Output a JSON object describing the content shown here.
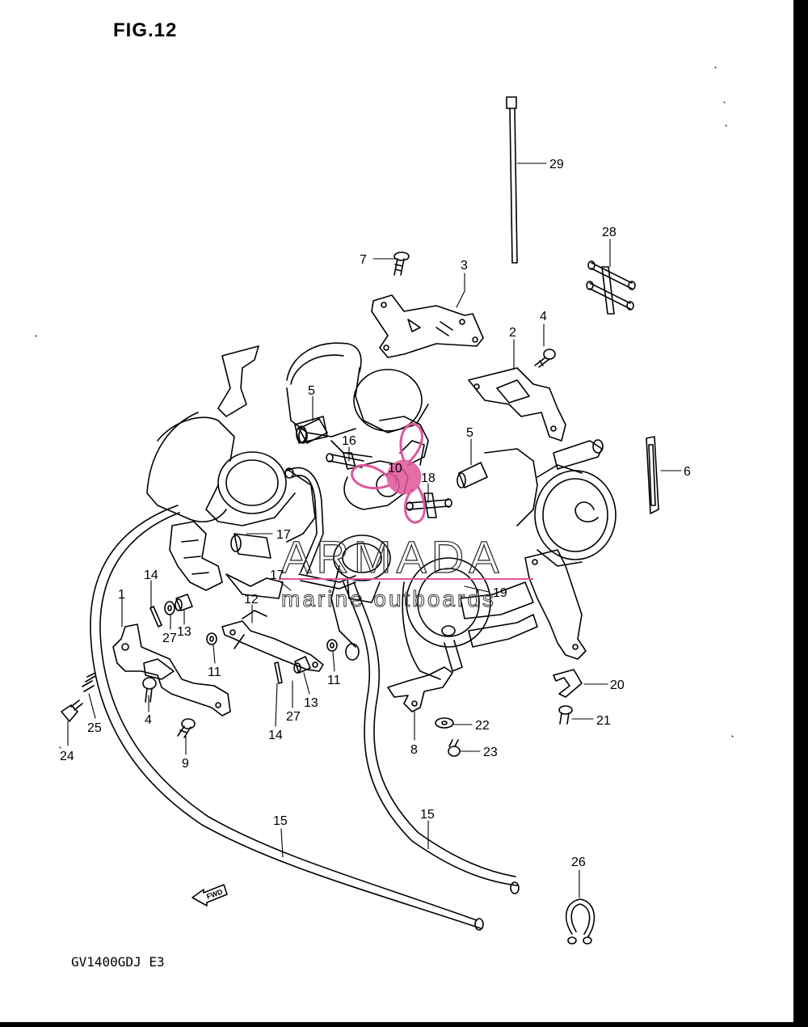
{
  "figure": {
    "title": "FIG.12",
    "model_code": "GV1400GDJ E3"
  },
  "watermark": {
    "brand": "ARMADA",
    "tagline": "marine outboards",
    "accent_color": "#e0559a"
  },
  "direction_arrow": {
    "label": "FWD"
  },
  "callouts": [
    "29",
    "28",
    "7",
    "3",
    "4",
    "2",
    "5",
    "16",
    "10",
    "18",
    "5",
    "6",
    "17",
    "14",
    "1",
    "13",
    "27",
    "12",
    "17",
    "11",
    "11",
    "19",
    "20",
    "21",
    "22",
    "23",
    "8",
    "13",
    "27",
    "14",
    "25",
    "24",
    "4",
    "9",
    "15",
    "15",
    "26"
  ],
  "colors": {
    "line": "#000000",
    "background": "#ffffff"
  }
}
